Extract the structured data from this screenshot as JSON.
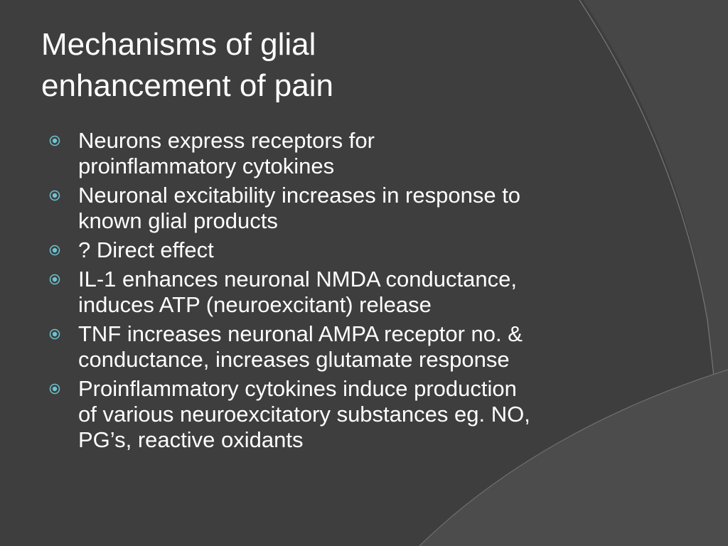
{
  "colors": {
    "background": "#3e3e3e",
    "curve_fill": "#4a4a4a",
    "curve_edge": "#7a7a7a",
    "text": "#ffffff",
    "bullet_ring": "#6fc3d1"
  },
  "slide": {
    "title_lines": [
      "Mechanisms of glial",
      "enhancement of pain"
    ],
    "bullets": [
      {
        "lines": [
          "Neurons express receptors for",
          "proinflammatory cytokines"
        ]
      },
      {
        "lines": [
          "Neuronal excitability increases in response to",
          "known glial products"
        ]
      },
      {
        "lines": [
          "? Direct effect"
        ]
      },
      {
        "lines": [
          "IL-1 enhances neuronal NMDA conductance,",
          "induces ATP (neuroexcitant) release"
        ]
      },
      {
        "lines": [
          "TNF increases neuronal AMPA receptor no. &",
          "conductance, increases glutamate response"
        ]
      },
      {
        "lines": [
          "Proinflammatory cytokines induce production",
          "of various neuroexcitatory substances eg. NO,",
          "PG’s, reactive oxidants"
        ]
      }
    ],
    "bullet_icon": "circle-dot-icon"
  }
}
